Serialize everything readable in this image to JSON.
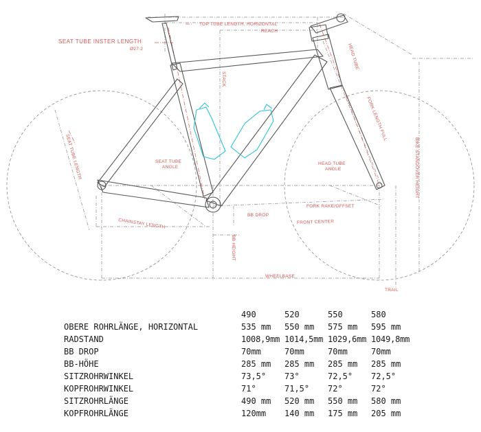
{
  "drawing": {
    "labels": {
      "top_tube": "TOP TUBE LENGTH, HORIZONTAL",
      "reach": "REACH",
      "seat_tube_inster": "SEAT TUBE INSTER LENGTH",
      "seatpost_dia": "Ø27.2",
      "stack": "STACK",
      "head_tube": "HEAD TUBE",
      "fork_length": "FORK LENGTH FULL",
      "bike_standover": "BIKE STANDOVER HEIGHT",
      "seat_tube_length": "SEAT TUBE LENGTH",
      "seat_tube_angle_1": "SEAT TUBE",
      "seat_tube_angle_2": "ANGLE",
      "head_tube_angle_1": "HEAD TUBE",
      "head_tube_angle_2": "ANGLE",
      "fork_rake": "FORK RAKE/OFFSET",
      "bb_drop": "BB DROP",
      "front_center": "FRONT CENTER",
      "chainstay": "CHAINSTAY LENGTH",
      "bb_height": "BB HEIGHT",
      "wheelbase": "WHEELBASE",
      "trail": "TRAIL"
    },
    "colors": {
      "frame": "#555555",
      "dimension": "#d9534f",
      "bottle": "#2ec4d6",
      "guide": "#8a8a8a"
    }
  },
  "table": {
    "sizes": [
      "490",
      "520",
      "550",
      "580"
    ],
    "rows": [
      {
        "label": "OBERE ROHRLÄNGE, HORIZONTAL",
        "values": [
          "535 mm",
          "550 mm",
          "575 mm",
          "595 mm"
        ]
      },
      {
        "label": "RADSTAND",
        "values": [
          "1008,9mm",
          "1014,5mm",
          "1029,6mm",
          "1049,8mm"
        ]
      },
      {
        "label": "BB DROP",
        "values": [
          "70mm",
          "70mm",
          "70mm",
          "70mm"
        ]
      },
      {
        "label": "BB-HÖHE",
        "values": [
          "285 mm",
          "285 mm",
          "285 mm",
          "285 mm"
        ]
      },
      {
        "label": "SITZROHRWINKEL",
        "values": [
          "73,5°",
          "73°",
          "72,5°",
          "72,5°"
        ]
      },
      {
        "label": "KOPFROHRWINKEL",
        "values": [
          "71°",
          "71,5°",
          "72°",
          "72°"
        ]
      },
      {
        "label": "SITZROHRLÄNGE",
        "values": [
          "490 mm",
          "520 mm",
          "550 mm",
          "580 mm"
        ]
      },
      {
        "label": "KOPFROHRLÄNGE",
        "values": [
          "120mm",
          "140 mm",
          "175 mm",
          "205 mm"
        ]
      }
    ]
  }
}
